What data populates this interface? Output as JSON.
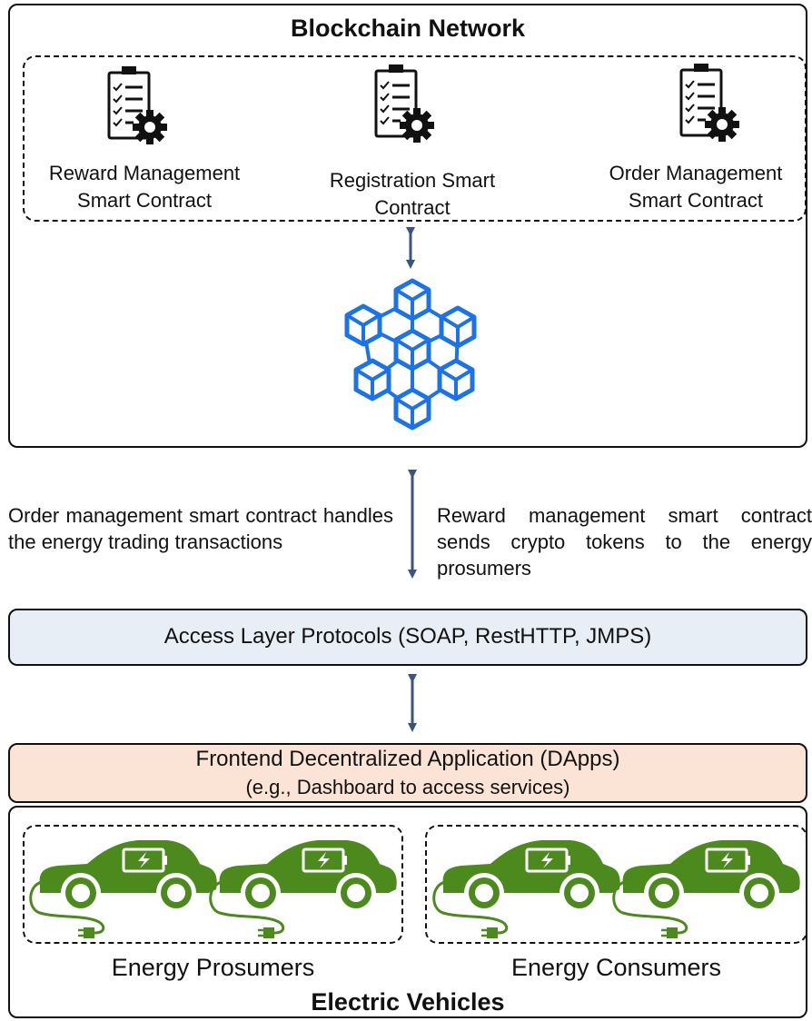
{
  "blockchain": {
    "title": "Blockchain Network",
    "contracts": [
      {
        "line1": "Reward Management",
        "line2": "Smart Contract",
        "icon": "checklist-gear-icon"
      },
      {
        "line1": "Registration Smart",
        "line2": "Contract",
        "icon": "checklist-gear-icon"
      },
      {
        "line1": "Order Management",
        "line2": "Smart Contract",
        "icon": "checklist-gear-icon"
      }
    ],
    "network_icon": "blockchain-cubes-icon"
  },
  "notes": {
    "left": "Order management smart contract handles the energy trading transactions",
    "right": "Reward management smart contract sends crypto tokens to the energy prosumers"
  },
  "access_layer": {
    "label": "Access Layer Protocols (SOAP, RestHTTP, JMPS)"
  },
  "frontend": {
    "line1": "Frontend Decentralized Application (DApps)",
    "line2": "(e.g., Dashboard to access services)"
  },
  "vehicles": {
    "title": "Electric Vehicles",
    "prosumers_label": "Energy Prosumers",
    "consumers_label": "Energy Consumers",
    "car_icon": "electric-car-charging-icon"
  },
  "colors": {
    "arrow": "#3b5479",
    "cube": "#1a73e8",
    "car": "#4c8a1e",
    "access_fill": "#e8eef6",
    "frontend_fill": "#fbe4d5"
  }
}
